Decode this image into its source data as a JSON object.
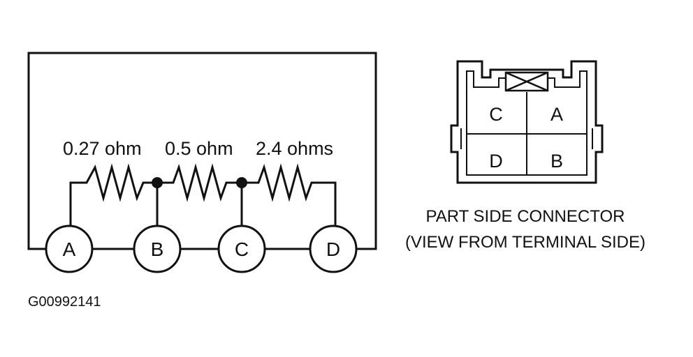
{
  "schematic": {
    "resistors": [
      {
        "label": "0.27 ohm"
      },
      {
        "label": "0.5 ohm"
      },
      {
        "label": "2.4 ohms"
      }
    ],
    "terminals": [
      "A",
      "B",
      "C",
      "D"
    ]
  },
  "connector": {
    "cells": {
      "top_left": "C",
      "top_right": "A",
      "bottom_left": "D",
      "bottom_right": "B"
    },
    "caption_line1": "PART SIDE CONNECTOR",
    "caption_line2": "(VIEW FROM TERMINAL SIDE)"
  },
  "figure_id": "G00992141"
}
